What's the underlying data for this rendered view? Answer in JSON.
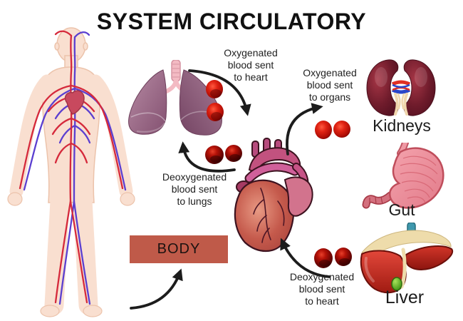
{
  "title": "SYSTEM CIRCULATORY",
  "flow_labels": {
    "oxygenated_to_heart": {
      "lines": [
        "Oxygenated",
        "blood sent",
        "to heart"
      ]
    },
    "oxygenated_to_organs": {
      "lines": [
        "Oxygenated",
        "blood sent",
        "to organs"
      ]
    },
    "deoxygenated_to_lungs": {
      "lines": [
        "Deoxygenated",
        "blood sent",
        "to lungs"
      ]
    },
    "deoxygenated_to_heart": {
      "lines": [
        "Deoxygenated",
        "blood sent",
        "to heart"
      ]
    }
  },
  "organ_labels": {
    "kidneys": "Kidneys",
    "gut": "Gut",
    "liver": "Liver"
  },
  "body_box": {
    "label": "BODY",
    "background": "#bf5a49"
  },
  "colors": {
    "title_text": "#111111",
    "label_text": "#212121",
    "arrow": "#1c1c1c",
    "blood_cell_bright": "#d91708",
    "blood_cell_dark": "#8a0b06",
    "lungs_mauve": "#8a5570",
    "trachea_pink": "#f3bac3",
    "heart_salmon": "#c55a4c",
    "heart_magenta": "#c2527f",
    "kidneys_maroon": "#6e1b2b",
    "stomach_pink": "#ef98a3",
    "liver_red": "#b92218",
    "gallbladder_green": "#3f9314",
    "liver_vessel_teal": "#3f98ad",
    "body_skin": "#f9dfd0",
    "artery_red": "#d5293b",
    "vein_blue": "#5b3fd0"
  },
  "icons": {
    "human_body": "human-circulatory-body-illustration",
    "lungs": "lungs-illustration",
    "heart": "heart-illustration",
    "kidneys": "kidneys-illustration",
    "stomach": "stomach-illustration",
    "liver": "liver-illustration",
    "blood_cells": "red-blood-cells"
  }
}
